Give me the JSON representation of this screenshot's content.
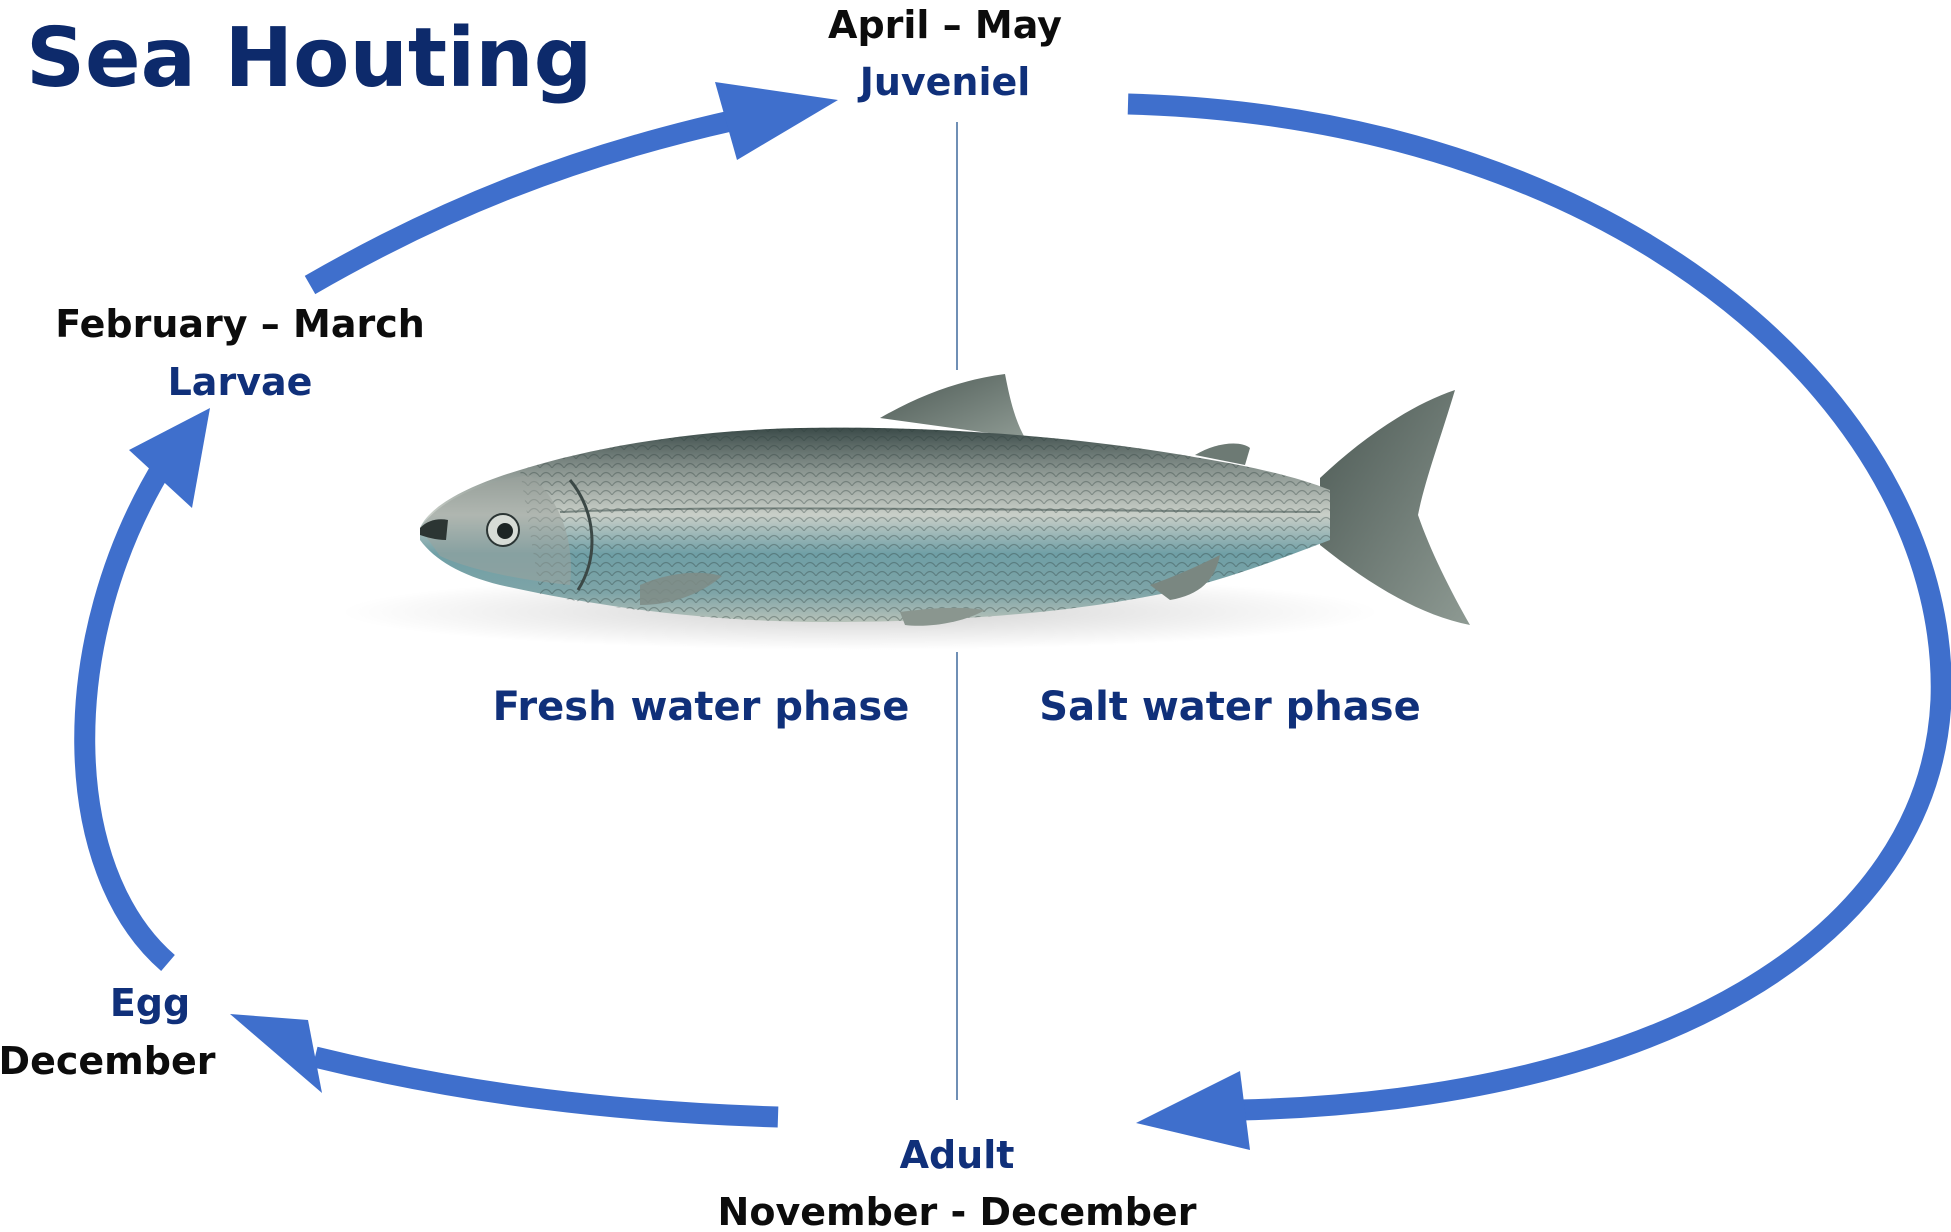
{
  "title": "Sea Houting",
  "stages": {
    "juvenile": {
      "period": "April – May",
      "name": "Juveniel"
    },
    "larvae": {
      "period": "February – March",
      "name": "Larvae"
    },
    "egg": {
      "name": "Egg",
      "period": "December"
    },
    "adult": {
      "name": "Adult",
      "period": "November - December"
    }
  },
  "phases": {
    "fresh": "Fresh water phase",
    "salt": "Salt water phase"
  },
  "colors": {
    "title": "#0d2a6b",
    "stage_name": "#10307a",
    "stage_period": "#0c0c0c",
    "arrow": "#3f6fcc",
    "divider": "#6f8fb5"
  },
  "icons": {
    "cycle_arrows": "arrow-icon",
    "fish": "fish-illustration"
  }
}
